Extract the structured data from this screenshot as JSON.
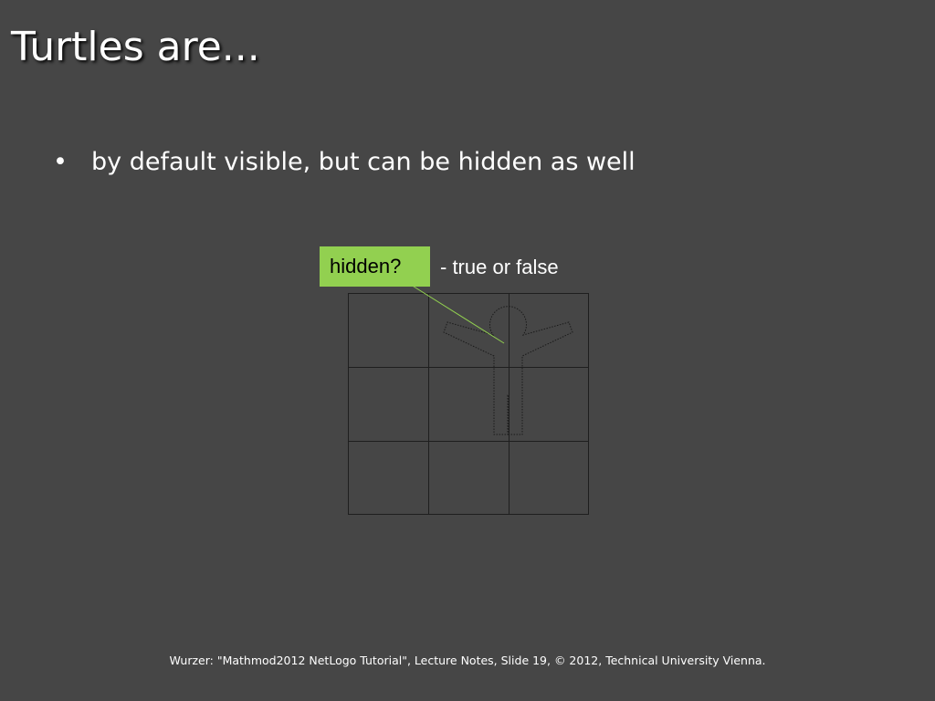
{
  "slide": {
    "title": "Turtles are...",
    "bullets": [
      {
        "marker": "•",
        "text": "by default visible, but can be hidden as well"
      }
    ],
    "callout": {
      "label": "hidden?",
      "description": "- true or false"
    },
    "footer": "Wurzer: \"Mathmod2012 NetLogo Tutorial\", Lecture Notes, Slide 19,  © 2012, Technical University Vienna."
  },
  "colors": {
    "background": "#464646",
    "callout_fill": "#92d050",
    "callout_line": "#92d050",
    "grid_line": "#1e1e1e",
    "text": "#ffffff"
  }
}
